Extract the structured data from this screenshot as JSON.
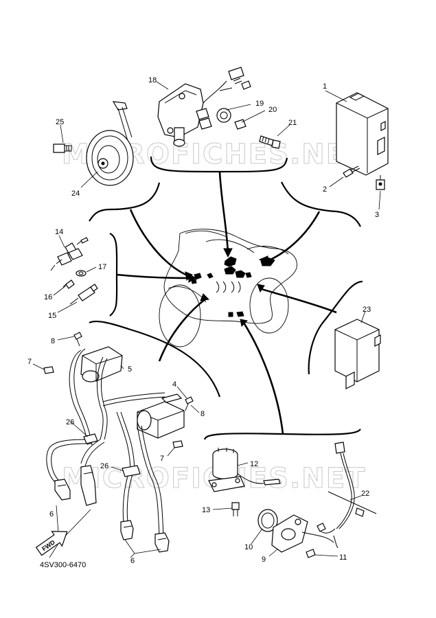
{
  "diagram": {
    "code": "4SV300-6470",
    "fwd_label": "FWD",
    "watermarks": [
      "MICROFICHES.NET",
      "MICROFICHES.NET"
    ],
    "callouts": [
      "1",
      "2",
      "3",
      "4",
      "5",
      "6",
      "6",
      "7",
      "7",
      "8",
      "8",
      "9",
      "10",
      "11",
      "12",
      "13",
      "14",
      "15",
      "16",
      "17",
      "18",
      "19",
      "20",
      "21",
      "22",
      "23",
      "24",
      "25",
      "26",
      "26"
    ]
  }
}
